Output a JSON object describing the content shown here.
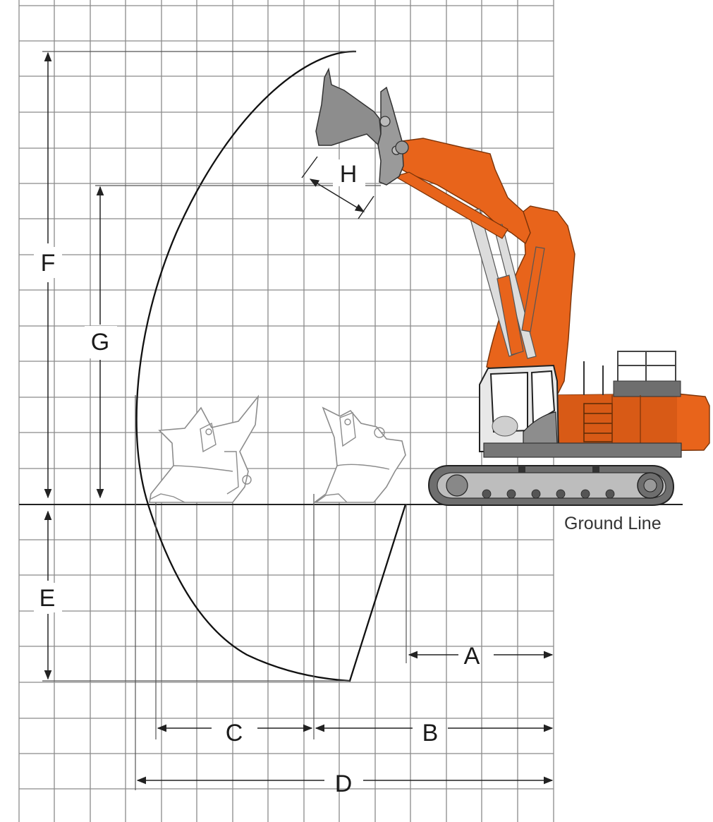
{
  "dimensions": {
    "A": "A",
    "B": "B",
    "C": "C",
    "D": "D",
    "E": "E",
    "F": "F",
    "G": "G",
    "H": "H"
  },
  "ground_line_label": "Ground Line",
  "colors": {
    "machine_orange": "#e8641b",
    "machine_orange_dark": "#c24f10",
    "track_gray": "#6e6e6e",
    "bucket_gray": "#8d8d8d",
    "grid": "#8a8a8a"
  }
}
